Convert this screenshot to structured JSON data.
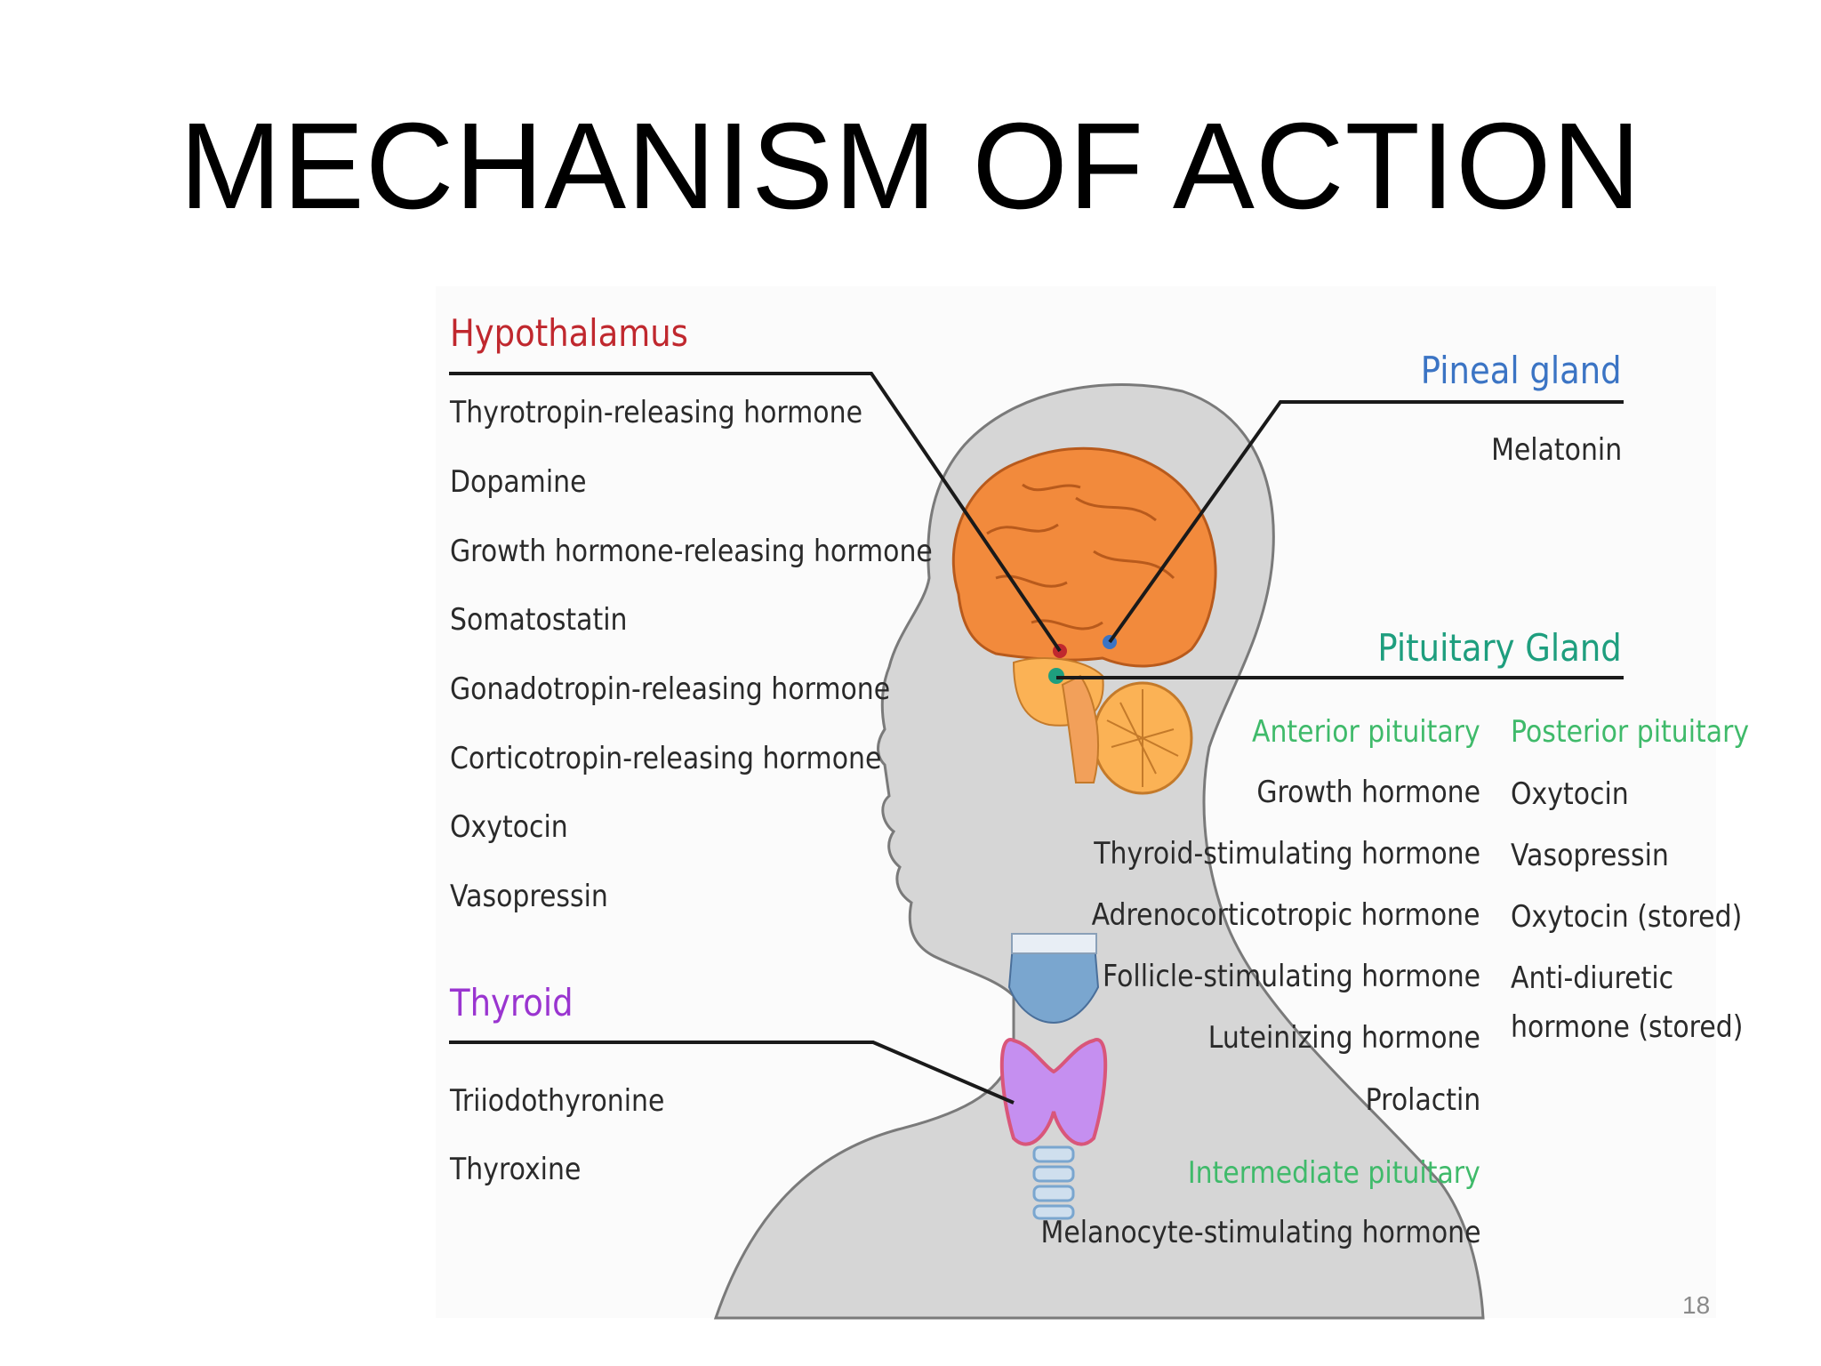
{
  "slide": {
    "title": "MECHANISM OF ACTION",
    "page_number": "18"
  },
  "colors": {
    "hypothalamus": "#c0282e",
    "pineal": "#3b74c4",
    "pituitary": "#1e9e7e",
    "pituitary_sub": "#3fba6a",
    "thyroid": "#9a35d0",
    "brain": "#f28a3c",
    "head": "#d6d6d6"
  },
  "diagram": {
    "hypothalamus": {
      "label": "Hypothalamus",
      "hormones": [
        "Thyrotropin-releasing hormone",
        "Dopamine",
        "Growth hormone-releasing hormone",
        "Somatostatin",
        "Gonadotropin-releasing hormone",
        "Corticotropin-releasing hormone",
        "Oxytocin",
        "Vasopressin"
      ]
    },
    "thyroid": {
      "label": "Thyroid",
      "hormones": [
        "Triiodothyronine",
        "Thyroxine"
      ]
    },
    "pineal": {
      "label": "Pineal gland",
      "hormones": [
        "Melatonin"
      ]
    },
    "pituitary": {
      "label": "Pituitary Gland",
      "anterior_label": "Anterior pituitary",
      "anterior": [
        "Growth hormone",
        "Thyroid-stimulating hormone",
        "Adrenocorticotropic hormone",
        "Follicle-stimulating hormone",
        "Luteinizing hormone",
        "Prolactin"
      ],
      "posterior_label": "Posterior pituitary",
      "posterior": [
        "Oxytocin",
        "Vasopressin",
        "Oxytocin (stored)",
        "Anti-diuretic",
        "hormone (stored)"
      ],
      "intermediate_label": "Intermediate pituitary",
      "intermediate": [
        "Melanocyte-stimulating hormone"
      ]
    }
  }
}
